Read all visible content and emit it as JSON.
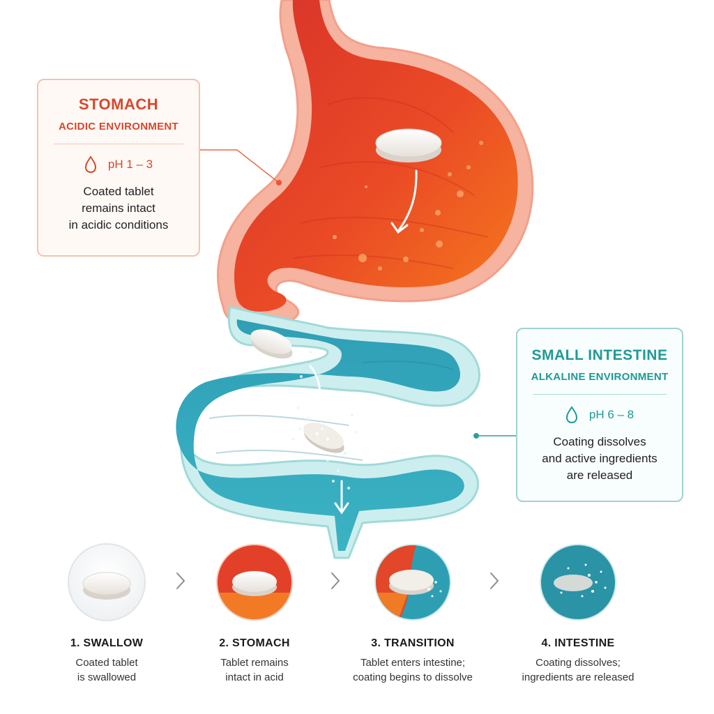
{
  "stomach": {
    "title": "STOMACH",
    "subtitle": "ACIDIC ENVIRONMENT",
    "ph": "pH 1 – 3",
    "desc_lines": [
      "Coated tablet",
      "remains intact",
      "in acidic conditions"
    ],
    "color": "#d9472b"
  },
  "intestine": {
    "title": "SMALL INTESTINE",
    "subtitle": "ALKALINE ENVIRONMENT",
    "ph": "pH 6 – 8",
    "desc_lines": [
      "Coating dissolves",
      "and active ingredients",
      "are released"
    ],
    "color": "#1e9a96"
  },
  "icons": {
    "drop": "water-drop-icon",
    "tablet": "tablet-icon",
    "arrow": "chevron-right-icon"
  },
  "steps": [
    {
      "label": "1.  SWALLOW",
      "desc_lines": [
        "Coated tablet",
        "is swallowed"
      ]
    },
    {
      "label": "2.  STOMACH",
      "desc_lines": [
        "Tablet remains",
        "intact in acid"
      ]
    },
    {
      "label": "3.  TRANSITION",
      "desc_lines": [
        "Tablet enters intestine;",
        "coating begins to dissolve"
      ]
    },
    {
      "label": "4.  INTESTINE",
      "desc_lines": [
        "Coating dissolves;",
        "ingredients are released"
      ]
    }
  ]
}
